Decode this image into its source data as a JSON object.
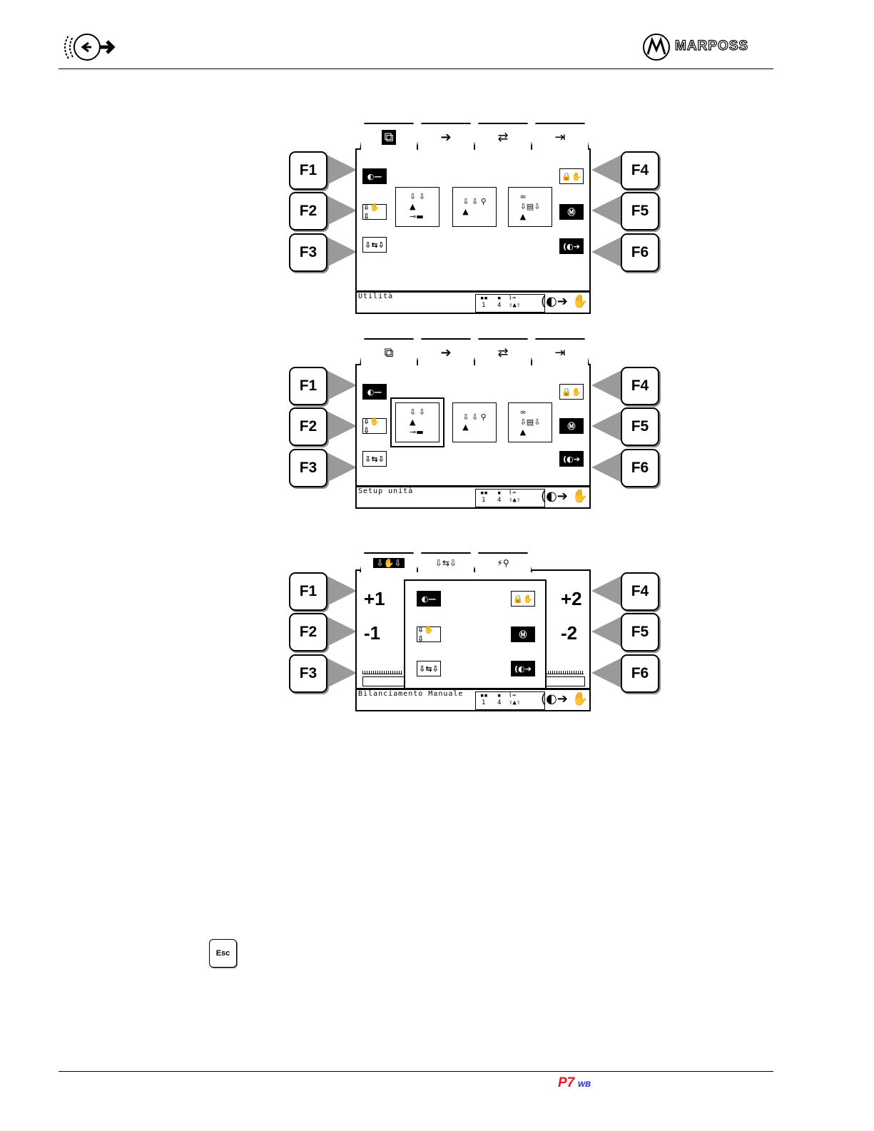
{
  "header": {
    "logo_text": "MARPOSS"
  },
  "footer": {
    "product_main": "P7",
    "product_sub": "WB"
  },
  "fkeys": {
    "f1": "F1",
    "f2": "F2",
    "f3": "F3",
    "f4": "F4",
    "f5": "F5",
    "f6": "F6"
  },
  "screens": [
    {
      "status_text": "Utilità",
      "ind_1": "1",
      "ind_4": "4"
    },
    {
      "status_text": "Setup unità",
      "ind_1": "1",
      "ind_4": "4"
    },
    {
      "status_text": "Bilanciamento Manuale",
      "ind_1": "1",
      "ind_4": "4",
      "plus1": "+1",
      "minus1": "-1",
      "plus2": "+2",
      "minus2": "-2"
    }
  ],
  "esc_key": "Esc",
  "colors": {
    "accent_red": "#e8141e",
    "ray_gray": "#9a9a9a"
  }
}
